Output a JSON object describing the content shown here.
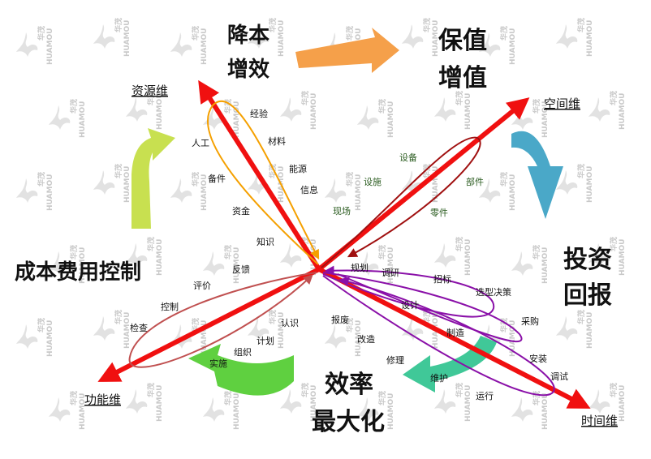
{
  "axes": {
    "resource": "资源维",
    "space": "空间维",
    "function": "功能维",
    "time": "时间维"
  },
  "goals": {
    "cost_reduction_line1": "降本",
    "cost_reduction_line2": "增效",
    "value_line1": "保值",
    "value_line2": "增值",
    "investment_line1": "投资",
    "investment_line2": "回报",
    "efficiency_line1": "效率",
    "efficiency_line2": "最大化",
    "cost_control": "成本费用控制"
  },
  "resource_items": [
    "经验",
    "人工",
    "材料",
    "备件",
    "能源",
    "信息",
    "资金",
    "知识"
  ],
  "space_items": [
    "设备",
    "设施",
    "部件",
    "现场",
    "零件"
  ],
  "time_items": [
    "规划",
    "调研",
    "招标",
    "选型决策",
    "设计",
    "采购",
    "制造",
    "安装",
    "调试",
    "维护",
    "运行",
    "报废",
    "改造",
    "修理"
  ],
  "function_items": [
    "反馈",
    "评价",
    "控制",
    "检查",
    "认识",
    "计划",
    "组织",
    "实施"
  ],
  "watermark": {
    "cn": "华茂",
    "en": "HUAMOU"
  },
  "colors": {
    "axis_red": "#f01010",
    "orange_arrow": "#f5a04a",
    "blue_arrow": "#4aa8c8",
    "green_arrow": "#5fd040",
    "teal_arrow": "#40c898",
    "yellowgreen_arrow": "#c8e050",
    "resource_loop": "#f5a000",
    "space_loop": "#a01010",
    "time_loop": "#8a10a8",
    "function_loop": "#c05050"
  }
}
